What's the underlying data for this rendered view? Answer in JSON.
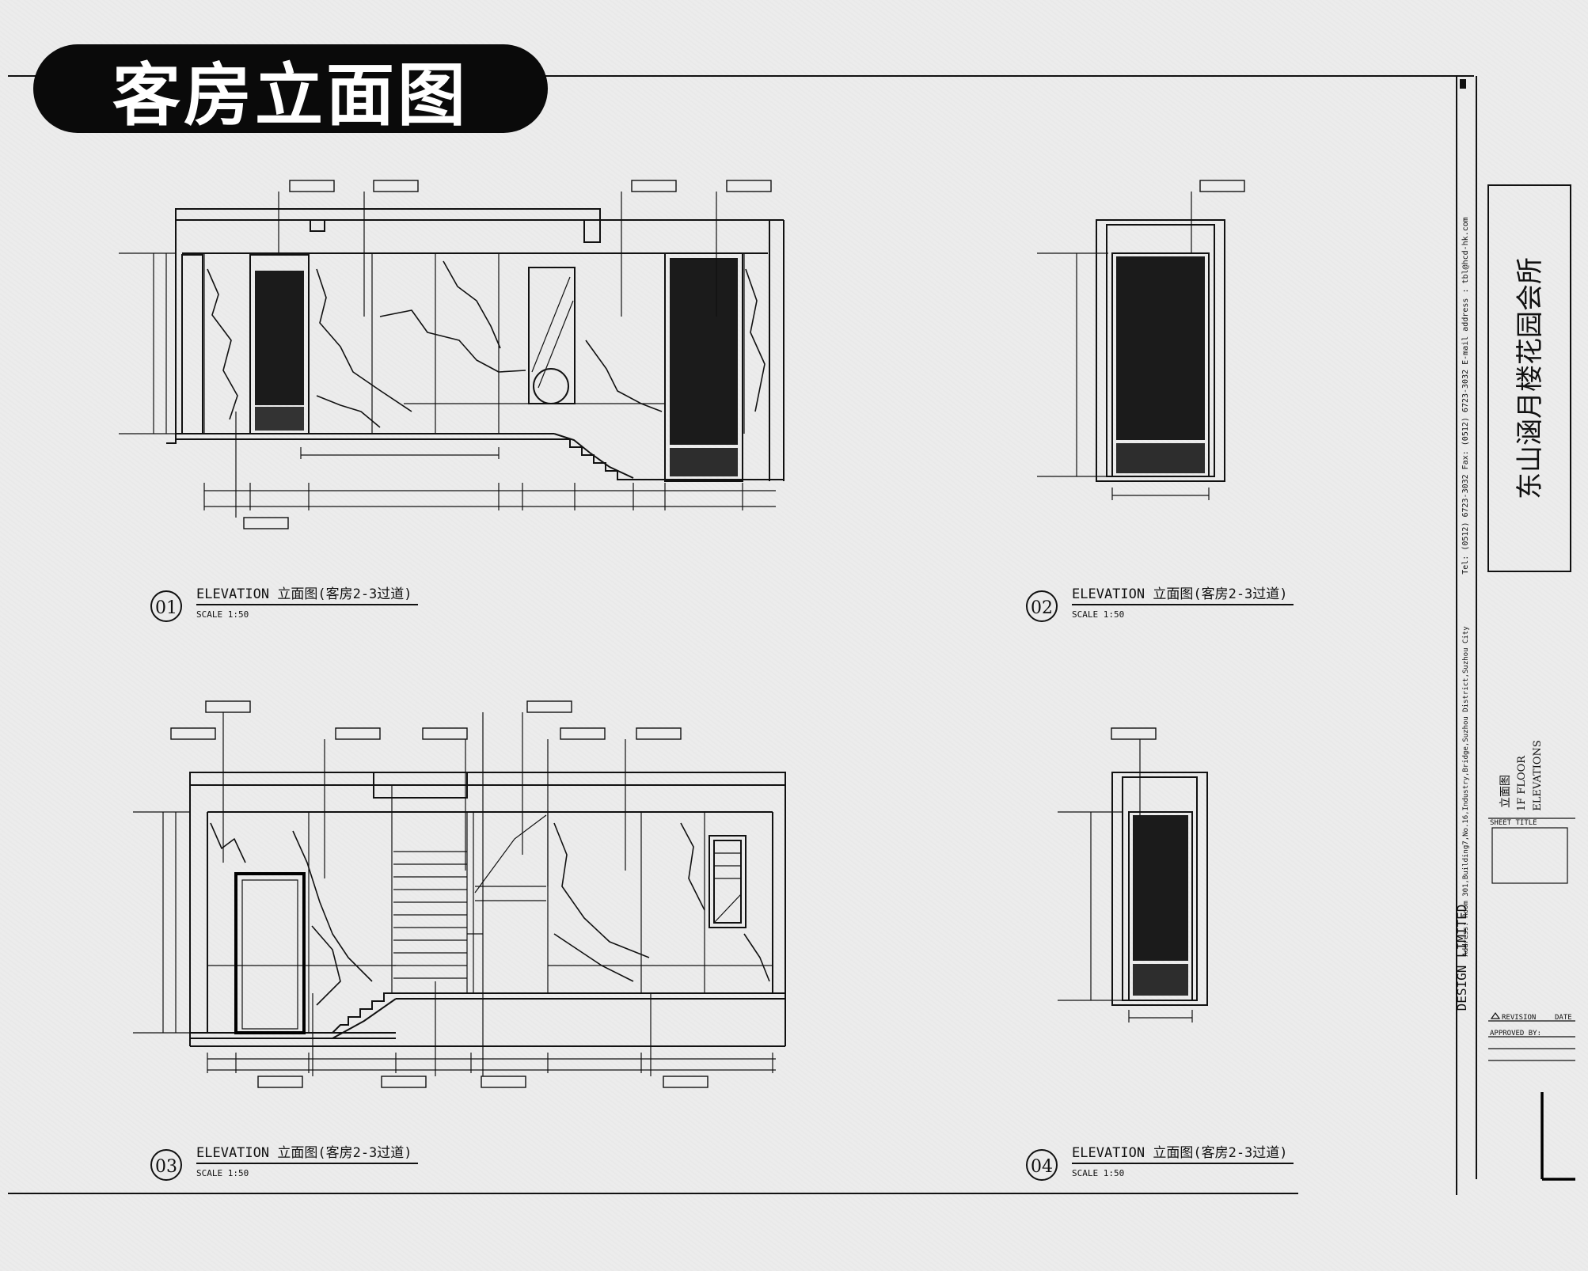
{
  "banner": {
    "title": "客房立面图"
  },
  "title_block": {
    "project_name": "东山涵月楼花园会所",
    "contact": "Tel: (0512) 6723-3032  Fax: (0512) 6723-3032     E-mail address : tbl@hcd-hk.com",
    "address": "Address: Room 301,Building7,No.16,Industry,Bridge,Suzhou District,Suzhou City",
    "company": "DESIGN  LIMITED",
    "sheet_title_1": "立面图",
    "sheet_title_2": "1F FLOOR",
    "sheet_title_3": "ELEVATIONS",
    "sheet_title_label": "SHEET TITLE",
    "revision_label": "REVISION",
    "date_label": "DATE",
    "approved_label": "APPROVED BY:"
  },
  "elevations": [
    {
      "number": "01",
      "title": "ELEVATION 立面图(客房2-3过道)",
      "scale": "SCALE  1:50"
    },
    {
      "number": "02",
      "title": "ELEVATION 立面图(客房2-3过道)",
      "scale": "SCALE  1:50"
    },
    {
      "number": "03",
      "title": "ELEVATION 立面图(客房2-3过道)",
      "scale": "SCALE  1:50"
    },
    {
      "number": "04",
      "title": "ELEVATION 立面图(客房2-3过道)",
      "scale": "SCALE  1:50"
    }
  ]
}
